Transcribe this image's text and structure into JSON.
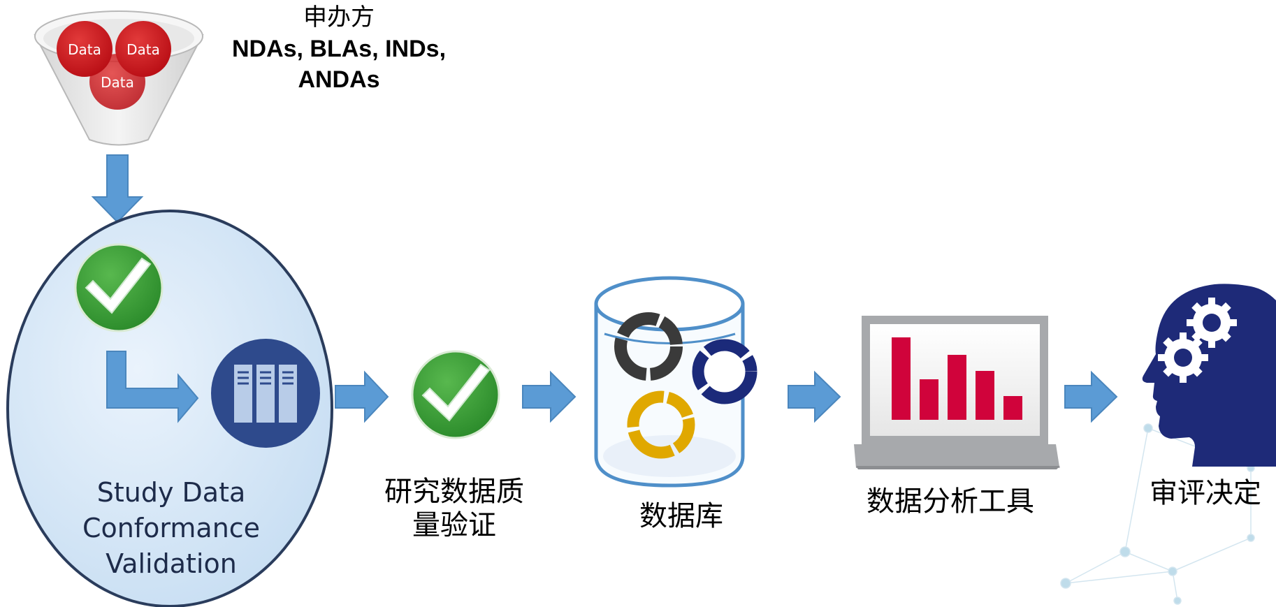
{
  "sponsor": {
    "title": "申办方",
    "submissions": "NDAs, BLAs, INDs, ANDAs",
    "bubbles": [
      "Data",
      "Data",
      "Data"
    ]
  },
  "steps": {
    "validation_label": "Study Data Conformance Validation",
    "quality_label": "研究数据质量验证",
    "database_label": "数据库",
    "tools_label": "数据分析工具",
    "decision_label": "审评决定"
  },
  "icons": {
    "funnel": "funnel-icon",
    "check": "check-icon",
    "server": "server-icon",
    "database": "database-icon",
    "laptop_chart": "laptop-bar-chart-icon",
    "head_gears": "head-gears-icon"
  },
  "colors": {
    "arrow": "#5b9bd5",
    "check_green": "#3a9a3a",
    "server_navy": "#2e4a8c",
    "bar_red": "#d0033b",
    "head_navy": "#1e2a78",
    "ring_dark": "#3a3a3a",
    "ring_navy": "#1b2a7a",
    "ring_gold": "#e0a800"
  }
}
